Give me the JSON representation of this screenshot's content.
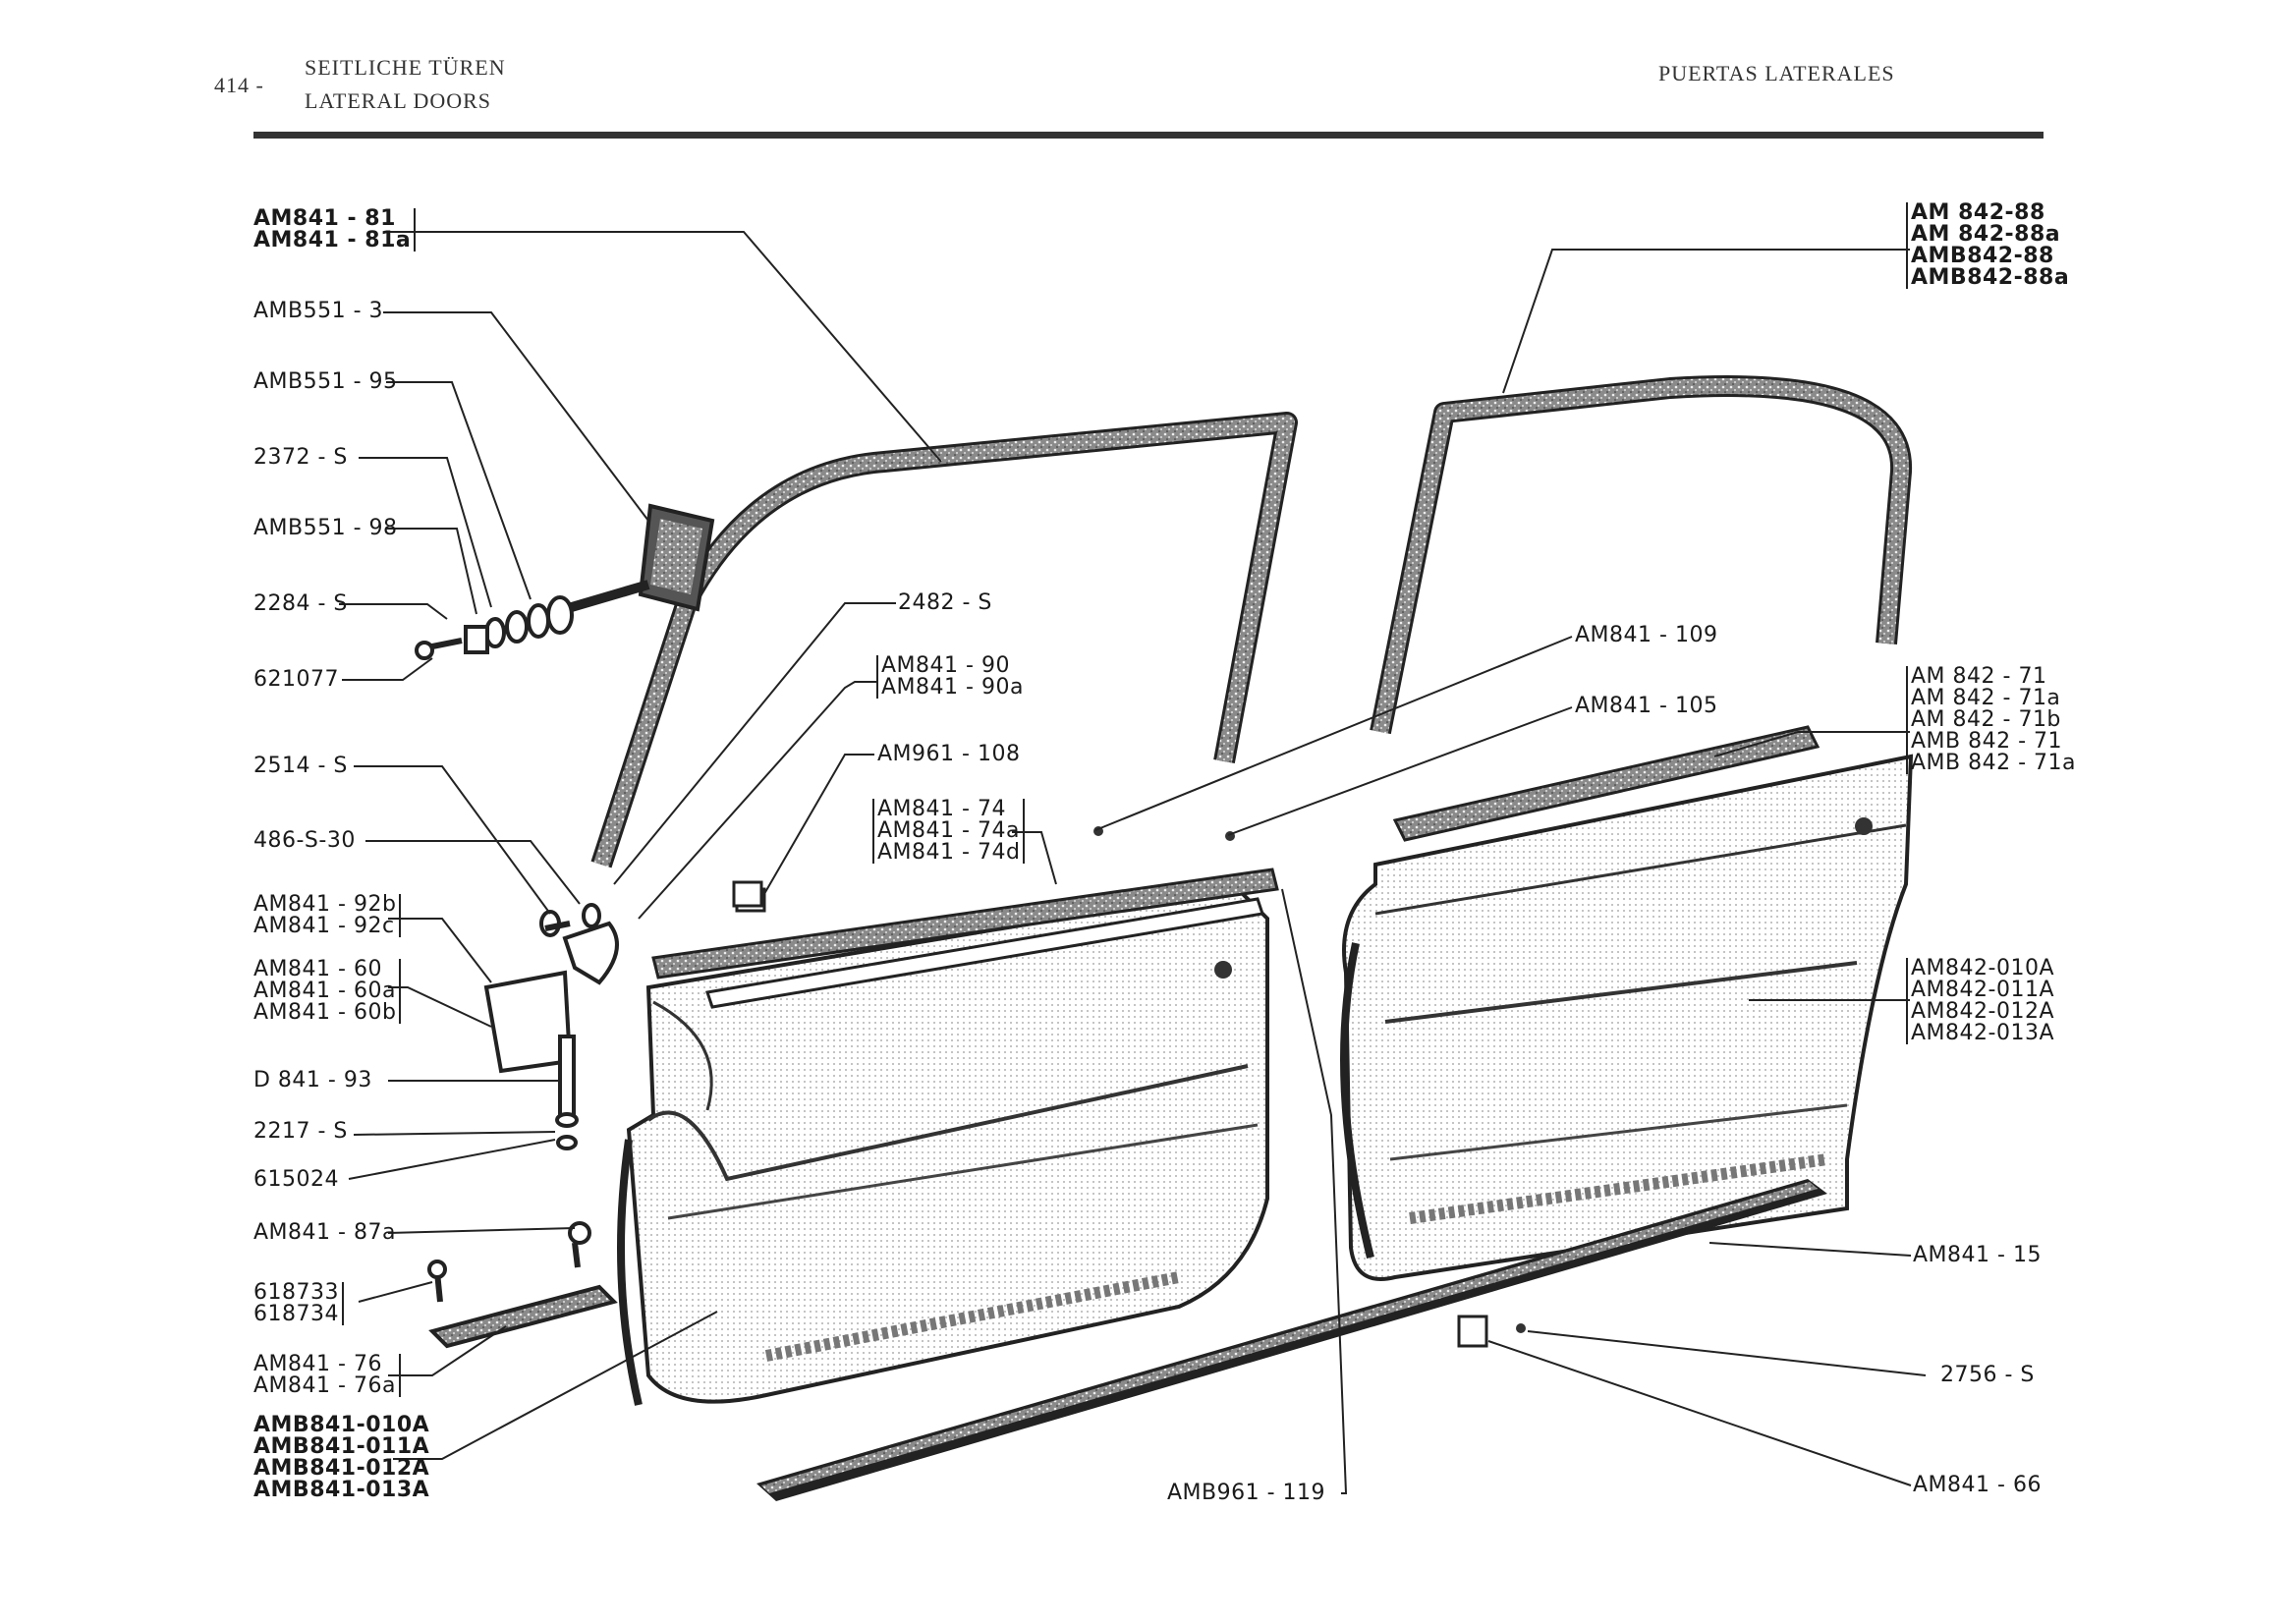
{
  "header": {
    "page_number": "414 -",
    "title_de": "SEITLICHE TÜREN",
    "title_en": "LATERAL DOORS",
    "title_es": "PUERTAS LATERALES"
  },
  "labels_left": {
    "l1": [
      "AM841 - 81",
      "AM841 - 81a"
    ],
    "l2": "AMB551 - 3",
    "l3": "AMB551 - 95",
    "l4": "2372 - S",
    "l5": "AMB551 - 98",
    "l6": "2284 - S",
    "l7": "621077",
    "l8": "2514 - S",
    "l9": "486-S-30",
    "l10": [
      "AM841 - 92b",
      "AM841 - 92c"
    ],
    "l11": [
      "AM841 - 60",
      "AM841 - 60a",
      "AM841 - 60b"
    ],
    "l12": "D  841 - 93",
    "l13": "2217 - S",
    "l14": "615024",
    "l15": "AM841 - 87a",
    "l16": [
      "618733",
      "618734"
    ],
    "l17": [
      "AM841 - 76",
      "AM841 - 76a"
    ],
    "l18": [
      "AMB841-010A",
      "AMB841-011A",
      "AMB841-012A",
      "AMB841-013A"
    ]
  },
  "labels_center": {
    "c1": "2482 - S",
    "c2": [
      "AM841 - 90",
      "AM841 - 90a"
    ],
    "c3": "AM961 - 108",
    "c4": [
      "AM841 - 74",
      "AM841 - 74a",
      "AM841 - 74d"
    ],
    "c5": "AM841 - 109",
    "c6": "AM841 - 105",
    "c7": "AMB961 - 119"
  },
  "labels_right": {
    "r1": [
      "AM  842-88",
      "AM  842-88a",
      "AMB842-88",
      "AMB842-88a"
    ],
    "r2": [
      "AM  842 - 71",
      "AM  842 - 71a",
      "AM  842 - 71b",
      "AMB 842 - 71",
      "AMB 842 - 71a"
    ],
    "r3": [
      "AM842-010A",
      "AM842-011A",
      "AM842-012A",
      "AM842-013A"
    ],
    "r4": "AM841 - 15",
    "r5": "2756 - S",
    "r6": "AM841 - 66"
  }
}
